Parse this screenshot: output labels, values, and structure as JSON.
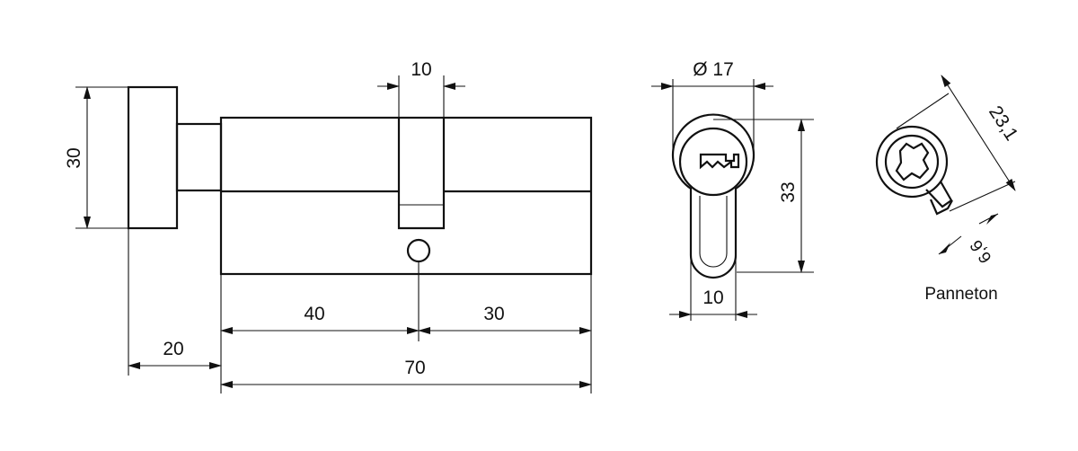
{
  "dimensions": {
    "knob_height": "30",
    "cam_width": "10",
    "knob_offset": "20",
    "left_length": "40",
    "right_length": "30",
    "total_length": "70",
    "diameter": "Ø 17",
    "profile_height": "33",
    "profile_width": "10",
    "cam_length": "23,1",
    "cam_tip": "6,6"
  },
  "labels": {
    "cam_view": "Panneton"
  },
  "colors": {
    "line": "#111111",
    "background": "#ffffff"
  }
}
